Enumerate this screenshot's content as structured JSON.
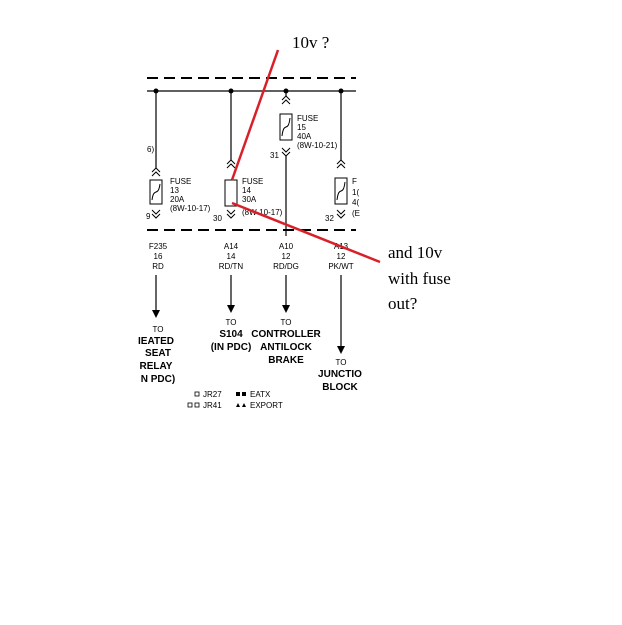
{
  "annotations": {
    "top": "10v  ?",
    "right_line1": "and 10v",
    "right_line2": "with fuse",
    "right_line3": "out?",
    "annotation_color": "#d8202a"
  },
  "fuses": {
    "f13": {
      "title": "FUSE",
      "number": "13",
      "rating": "20A",
      "ref": "(8W-10-17)",
      "pin_left": "9",
      "prev_pin": "6)"
    },
    "f14": {
      "title": "FUSE",
      "number": "14",
      "rating": "30A",
      "ref": "(8W-10-17)",
      "pin_left": "30"
    },
    "f15": {
      "title": "FUSE",
      "number": "15",
      "rating": "40A",
      "ref": "(8W-10-21)",
      "pin_left": "31"
    },
    "f16": {
      "title": "F",
      "number": "1(",
      "rating": "4(",
      "ref": "(E",
      "pin_left": "32"
    }
  },
  "wires": [
    {
      "circuit": "F235",
      "gauge": "16",
      "color": "RD"
    },
    {
      "circuit": "A14",
      "gauge": "14",
      "color": "RD/TN"
    },
    {
      "circuit": "A10",
      "gauge": "12",
      "color": "RD/DG"
    },
    {
      "circuit": "A13",
      "gauge": "12",
      "color": "PK/WT"
    }
  ],
  "destinations": {
    "d1": {
      "to": "TO",
      "l1": "IEATED",
      "l2": "SEAT",
      "l3": "RELAY",
      "l4": "N PDC)"
    },
    "d2": {
      "to": "TO",
      "l1": "S104",
      "l2": "(IN PDC)"
    },
    "d3": {
      "to": "TO",
      "l1": "CONTROLLER",
      "l2": "ANTILOCK",
      "l3": "BRAKE"
    },
    "d4": {
      "to": "TO",
      "l1": "JUNCTIO",
      "l2": "BLOCK"
    }
  },
  "legend": {
    "jr27": "JR27",
    "jr41": "JR41",
    "eatx": "EATX",
    "export": "EXPORT"
  }
}
